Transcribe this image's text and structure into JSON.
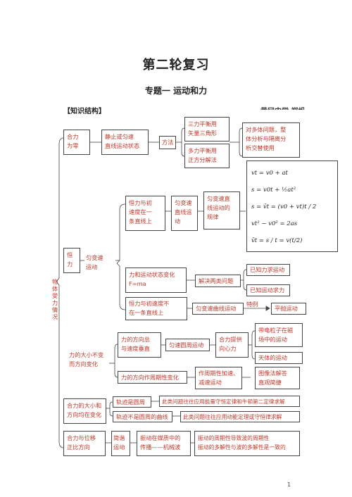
{
  "doc": {
    "title": "第二轮复习",
    "subtitle": "专题一   运动和力",
    "section": "【知识结构】",
    "author": "黄冈中学   郑帆"
  },
  "left_label": "物体受力情况",
  "row1": {
    "a": [
      "合力",
      "为零"
    ],
    "b": [
      "静止或匀速",
      "直线运动状态"
    ],
    "method": "方法",
    "m1": [
      "三力平衡用",
      "矢量三角形"
    ],
    "m2": [
      "多力平衡用",
      "正方分解法"
    ],
    "note": [
      "对多体问题，整",
      "体分析与隔离分",
      "析交替使用"
    ]
  },
  "constant": {
    "a": [
      "恒",
      "力"
    ],
    "b": [
      "匀变速",
      "运动"
    ],
    "c": [
      "恒力与初",
      "速度在一",
      "条直线上"
    ],
    "d": [
      "匀变速",
      "直线运",
      "动"
    ],
    "e": [
      "匀变速直",
      "线运动的",
      "规律"
    ],
    "formulas": [
      "vt = v0 + at",
      "s = v0t + ½at²",
      "s = v̄t = (v0 + vt)t / 2",
      "vt² − v0² = 2as",
      "v̄t = s / t = v(t/2)"
    ],
    "f": [
      "力和运动状态变化",
      "F=ma"
    ],
    "g": "解决两类问题",
    "h": "已知力求运动",
    "i": "已知运动求力",
    "j": [
      "恒力与初速度不",
      "在一条直线上"
    ],
    "k": "匀变速曲线运动",
    "special": "特例",
    "l": "平抛运动"
  },
  "varying": {
    "a": [
      "力的大小不变",
      "而方向变化"
    ],
    "b": [
      "力的方向总",
      "与速度垂直"
    ],
    "c": "匀速圆周运动",
    "d": [
      "合力提供",
      "向心力"
    ],
    "e": [
      "带电粒子在磁",
      "场中的运动"
    ],
    "f": "天体的运动",
    "g": "力的方向作周期性变化",
    "h": [
      "作周期性加速、",
      "减速运动"
    ],
    "i": [
      "图像法解答",
      "直观简捷"
    ]
  },
  "both": {
    "a": [
      "合力的大小和",
      "方向均在变化"
    ],
    "b": "轨迹是圆周",
    "c": "此类问题往往应用能量守恒定律和牛顿第二定律求解",
    "d": "轨迹不是圆周的曲线",
    "e": "此类问题往往应用动能定理或守恒律求解"
  },
  "shm": {
    "a": [
      "合力与位移",
      "正比方向"
    ],
    "b": [
      "简谐",
      "运动"
    ],
    "c": [
      "振动在媒质中的",
      "传播——机械波"
    ],
    "d": [
      "振动的周期性导致波的周期性",
      "振动的多解性与波的多解性是一致的"
    ]
  },
  "page_number": "1"
}
